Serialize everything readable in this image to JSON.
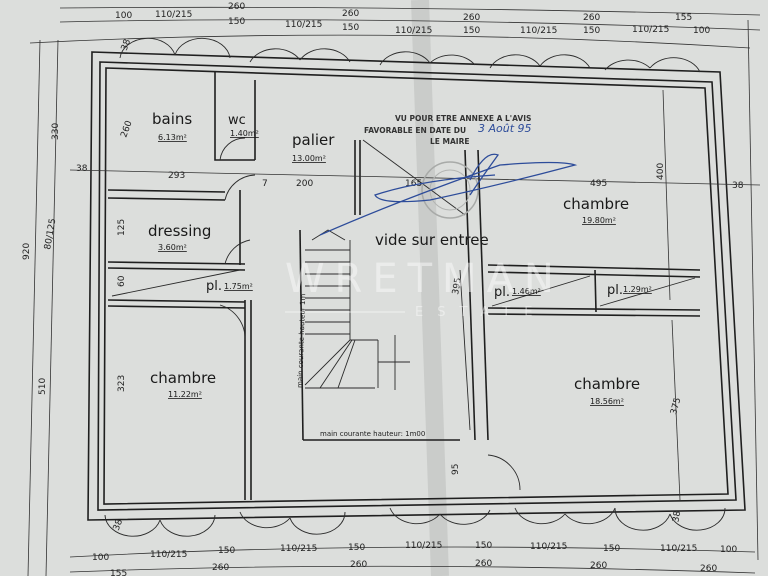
{
  "plan": {
    "type": "floor plan (étage)",
    "rooms": [
      {
        "name": "bains",
        "area": "6.13m²"
      },
      {
        "name": "wc",
        "area": "1.40m²"
      },
      {
        "name": "palier",
        "area": "13.00m²"
      },
      {
        "name": "dressing",
        "area": "3.60m²"
      },
      {
        "name": "pl.",
        "area": "1.75m²"
      },
      {
        "name": "vide sur entree",
        "area": ""
      },
      {
        "name": "chambre",
        "area": "19.80m²"
      },
      {
        "name": "pl.",
        "area": "1.46m²"
      },
      {
        "name": "pl.",
        "area": "1.29m²"
      },
      {
        "name": "chambre",
        "area": "11.22m²"
      },
      {
        "name": "chambre",
        "area": "18.56m²"
      }
    ],
    "stair_labels": {
      "handrail_left": "main courante hauteur 1m",
      "handrail_bottom": "main courante hauteur: 1m00"
    },
    "top_dimensions": {
      "outer": [
        "260",
        "260",
        "260",
        "260",
        "155"
      ],
      "inner": [
        "100",
        "110/215",
        "150",
        "110/215",
        "150",
        "110/215",
        "150",
        "110/215",
        "150",
        "110/215",
        "100"
      ],
      "corner": "38"
    },
    "bottom_dimensions": {
      "inner": [
        "100",
        "110/215",
        "150",
        "110/215",
        "150",
        "110/215",
        "150",
        "110/215",
        "150",
        "110/215",
        "100"
      ],
      "outer": [
        "155",
        "260",
        "260",
        "260",
        "260",
        "260"
      ],
      "corner_left": "38",
      "corner_right": "38"
    },
    "left_dimensions": {
      "total": "920",
      "upper": "330",
      "window": "80/125",
      "lower": "510",
      "bains_height": "260",
      "dressing_height": "125",
      "pl_height": "60",
      "wall": "7",
      "chambre_height": "323",
      "wall_38": "38"
    },
    "interior_dimensions": {
      "bains_width": "293",
      "wall_7": "7",
      "palier_width": "200",
      "vide_width": "165",
      "chambre_width": "495",
      "right_wall": "38",
      "chambre_right_height": "400",
      "stair_height": "395",
      "chambre2_height": "375",
      "bottom_95": "95",
      "top_38": "38"
    },
    "stamp": {
      "line1": "VU POUR ETRE ANNEXE A L'AVIS",
      "line2": "FAVORABLE EN DATE DU",
      "date": "3 Août 95",
      "line3": "LE MAIRE"
    },
    "watermark": {
      "brand": "WRETMAN",
      "sub": "ESTATE"
    }
  }
}
